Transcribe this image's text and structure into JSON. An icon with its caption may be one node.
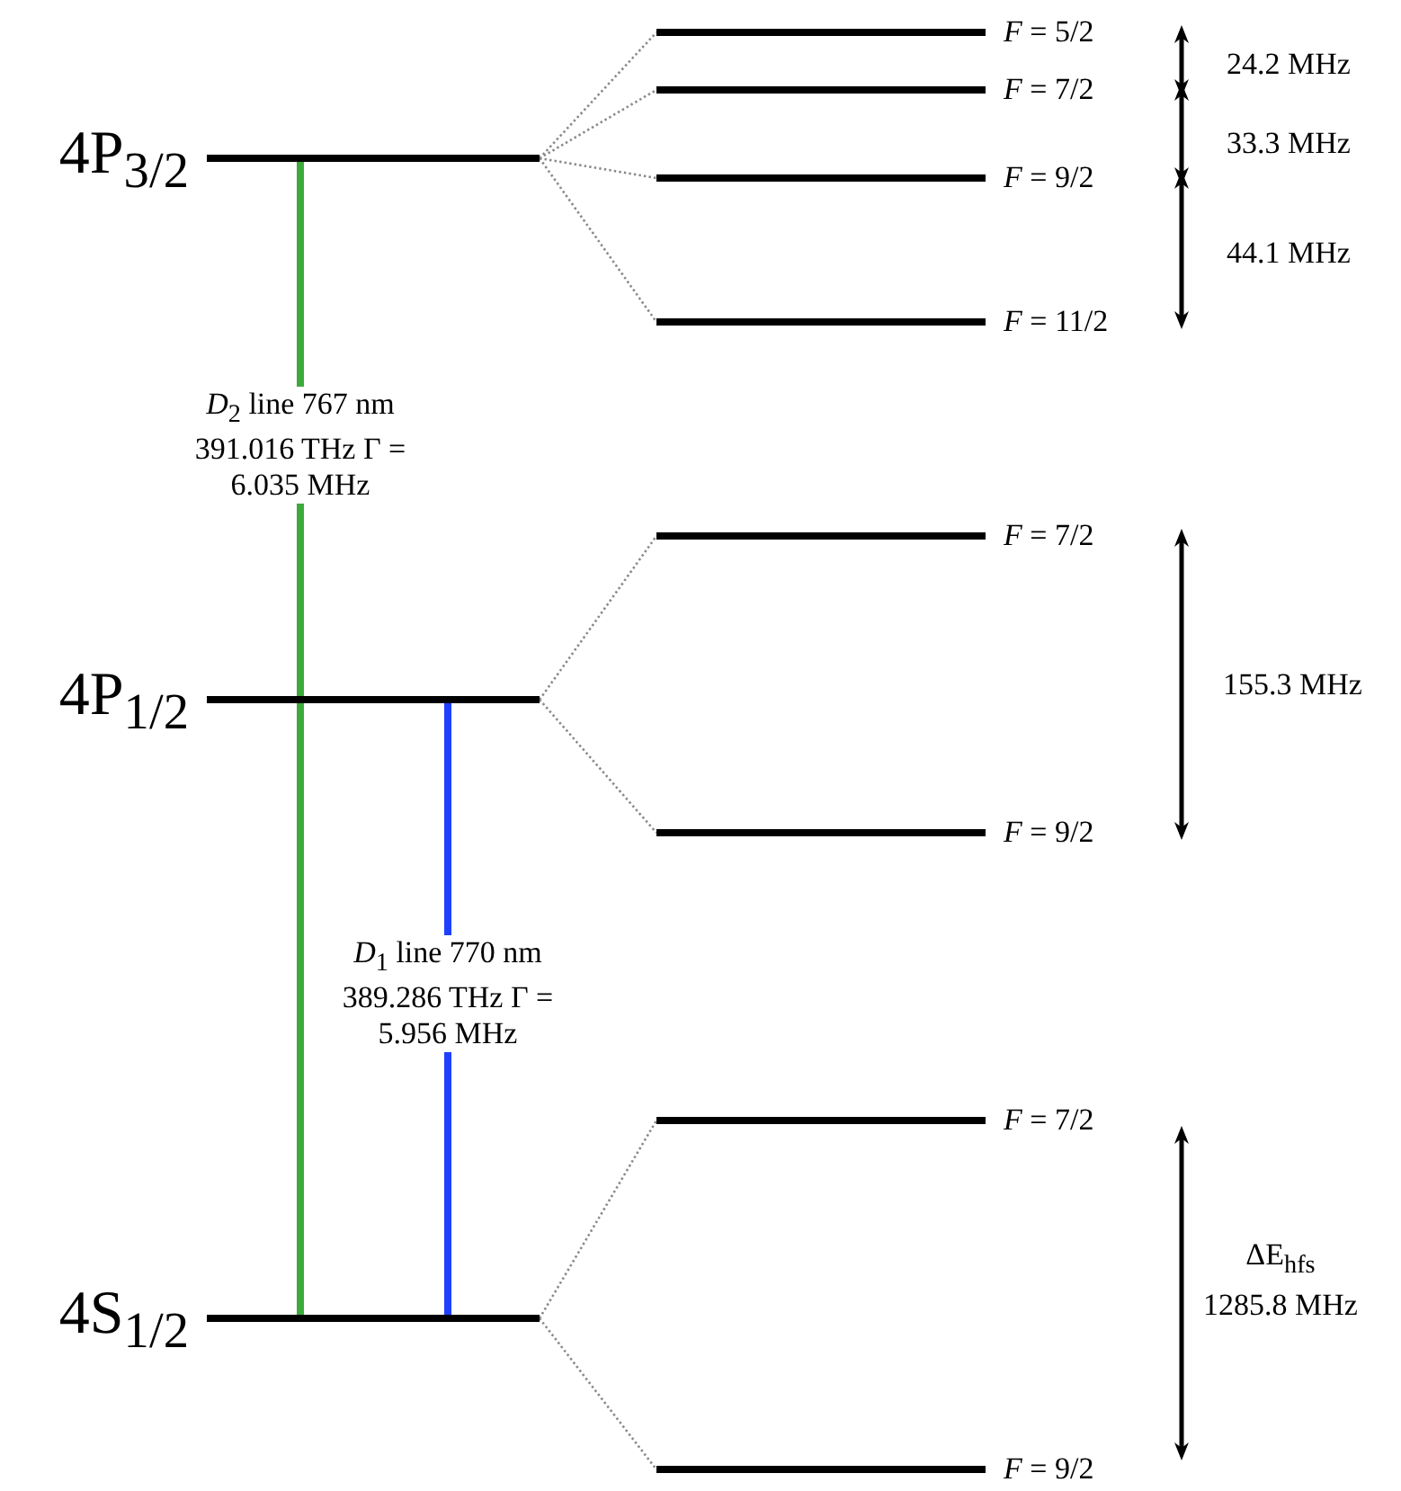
{
  "diagram": {
    "nodes": [
      {
        "text": [],
        "shape": "bar",
        "beside": [
          "4P$_{3/2}$"
        ]
      },
      {
        "text": [],
        "shape": "bar",
        "beside": [
          "4P$_{1/2}$"
        ]
      },
      {
        "text": [],
        "shape": "bar",
        "beside": [
          "4S$_{1/2}$"
        ]
      },
      {
        "text": [],
        "shape": "bar",
        "beside": [
          "*F* = 5/2"
        ]
      },
      {
        "text": [],
        "shape": "bar",
        "beside": [
          "*F* = 7/2"
        ]
      },
      {
        "text": [],
        "shape": "bar",
        "beside": [
          "*F* = 9/2"
        ]
      },
      {
        "text": [],
        "shape": "bar",
        "beside": [
          "*F* = 11/2"
        ]
      },
      {
        "text": [],
        "shape": "bar",
        "beside": [
          "*F* = 7/2"
        ]
      },
      {
        "text": [],
        "shape": "bar",
        "beside": [
          "*F* = 9/2"
        ]
      },
      {
        "text": [],
        "shape": "bar",
        "beside": [
          "*F* = 7/2"
        ]
      },
      {
        "text": [],
        "shape": "bar",
        "beside": [
          "*F* = 9/2"
        ]
      }
    ],
    "edges": [
      {
        "from": 0,
        "to": 3,
        "arrow": "none",
        "style": "dashed"
      },
      {
        "from": 0,
        "to": 4,
        "arrow": "none",
        "style": "dashed"
      },
      {
        "from": 0,
        "to": 5,
        "arrow": "none",
        "style": "dashed"
      },
      {
        "from": 0,
        "to": 6,
        "arrow": "none",
        "style": "dashed"
      },
      {
        "from": 1,
        "to": 7,
        "arrow": "none",
        "style": "dashed"
      },
      {
        "from": 1,
        "to": 8,
        "arrow": "none",
        "style": "dashed"
      },
      {
        "from": 2,
        "to": 9,
        "arrow": "none",
        "style": "dashed"
      },
      {
        "from": 2,
        "to": 10,
        "arrow": "none",
        "style": "dashed"
      },
      {
        "from": 2,
        "to": 0,
        "arrow": "none",
        "style": "thick",
        "color": "#3cab3c",
        "label": "*D*$_{2}$ line 767 nm 391.016 THz Γ = 6.035 MHz"
      },
      {
        "from": 2,
        "to": 1,
        "arrow": "none",
        "style": "thick",
        "color": "#1f3fff",
        "label": "*D*$_{1}$ line 770 nm 389.286 THz Γ = 5.956 MHz"
      }
    ],
    "labels": [
      "24.2 MHz",
      "33.3 MHz",
      "44.1 MHz",
      "155.3 MHz",
      "ΔE$_{hfs}$",
      "1285.8 MHz"
    ]
  }
}
